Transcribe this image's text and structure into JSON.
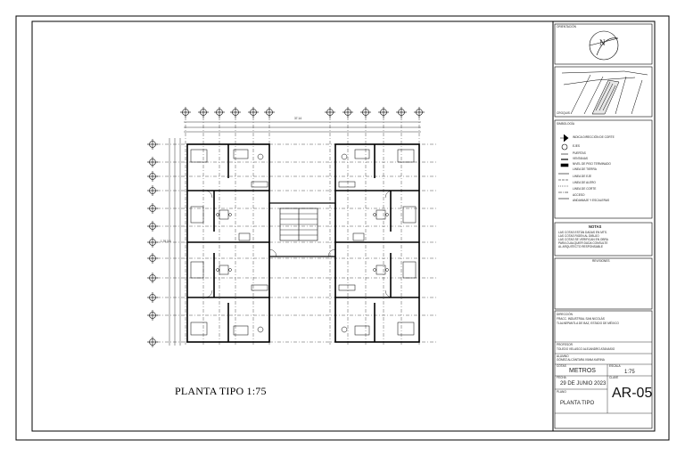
{
  "plan": {
    "title": "PLANTA TIPO  1:75",
    "dim_total": "37.14",
    "dim_left": "1.76 3.6"
  },
  "north_label": "N",
  "sections": {
    "orientation": "ORIENTACIÓN",
    "location": "CROQUIS",
    "symbology": "SIMBOLOGÍA",
    "notes_title": "NOTAS",
    "revisions": "REVISIONES"
  },
  "legend": [
    {
      "icon": "section-arrow-icon",
      "label": "INDICA DIRECCIÓN DE CORTE"
    },
    {
      "icon": "axis-circle-icon",
      "label": "EJES"
    },
    {
      "icon": "door-icon",
      "label": "PUERTAS"
    },
    {
      "icon": "window-icon",
      "label": "VENTANAS"
    },
    {
      "icon": "level-icon",
      "label": "NIVEL DE PISO TERMINADO"
    },
    {
      "icon": "line-icon",
      "label": "LINEA DE TIERRA"
    },
    {
      "icon": "line-icon",
      "label": "LINEA DE EJE"
    },
    {
      "icon": "line-icon",
      "label": "LINEA DE ALERO"
    },
    {
      "icon": "line-icon",
      "label": "LINEA DE CORTE"
    },
    {
      "icon": "line-icon",
      "label": "ACCESO"
    },
    {
      "icon": "line-icon",
      "label": "ANDAMIAJE Y ESCALERAS"
    }
  ],
  "notes": [
    "LAS COTAS ESTÁN DADAS EN MTS.",
    "LAS COTAS RIGEN AL DIBUJO",
    "LAS COTAS SE VERIFICAN EN OBRA",
    "PARA CUALQUIER DUDA CONSULTE",
    "AL ARQUITECTO RESPONSABLE"
  ],
  "title_block": {
    "direction_label": "DIRECCIÓN",
    "direction": "FRACC. INDUSTRIAL SAN NICOLÁS",
    "direction2": "TLALNEPANTLA DE BAZ, ESTADO DE MÉXICO",
    "professor_label": "PROFESOR",
    "professor": "TOLEDO VELASCO ALEJANDRO ATANASIO",
    "student_label": "ALUMNO",
    "student": "GÓMEZ ALCÁNTARA IVANA KARINA",
    "units_label": "COTAS",
    "units": "METROS",
    "scale_label": "ESCALA",
    "scale": "1:75",
    "date_label": "FECHA",
    "date": "29 DE JUNIO 2023",
    "key_label": "CLAVE",
    "key": "AR-05",
    "sheet_label": "PLANO",
    "sheet": "PLANTA TIPO"
  }
}
